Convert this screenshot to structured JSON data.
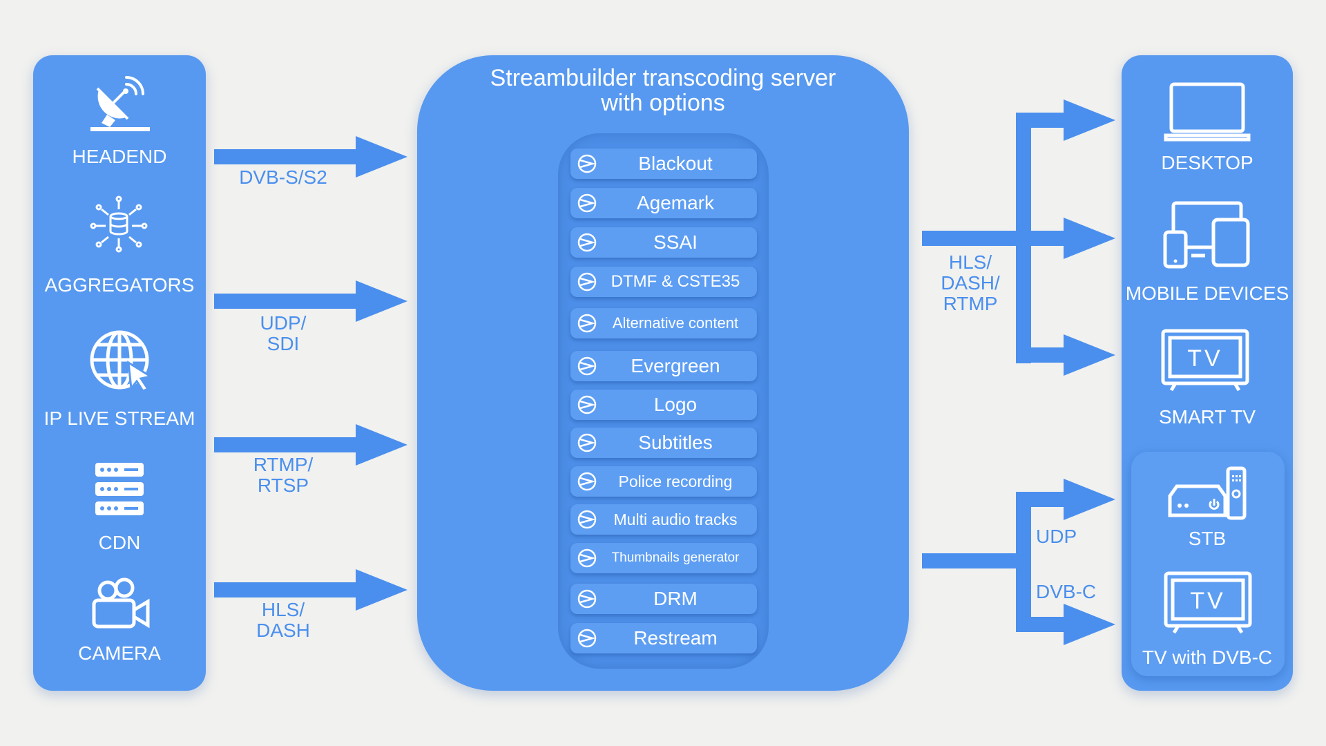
{
  "sources": [
    {
      "label": "HEADEND",
      "icon": "satellite-dish-icon"
    },
    {
      "label": "AGGREGATORS",
      "icon": "network-hub-icon"
    },
    {
      "label": "IP LIVE STREAM",
      "icon": "globe-cursor-icon"
    },
    {
      "label": "CDN",
      "icon": "server-stack-icon"
    },
    {
      "label": "CAMERA",
      "icon": "video-camera-icon"
    }
  ],
  "input_protocols": [
    {
      "line1": "DVB-S/S2",
      "line2": ""
    },
    {
      "line1": "UDP/",
      "line2": "SDI"
    },
    {
      "line1": "RTMP/",
      "line2": "RTSP"
    },
    {
      "line1": "HLS/",
      "line2": "DASH"
    }
  ],
  "server": {
    "title_line1": "Streambuilder transcoding server",
    "title_line2": "with options",
    "options": [
      "Blackout",
      "Agemark",
      "SSAI",
      "DTMF & CSTE35",
      "Alternative content",
      "Evergreen",
      "Logo",
      "Subtitles",
      "Police recording",
      "Multi audio tracks",
      "Thumbnails generator",
      "DRM",
      "Restream"
    ]
  },
  "output_protocols": {
    "ott": [
      "HLS/",
      "DASH/",
      "RTMP"
    ],
    "broadcast": [
      "UDP",
      "DVB-C"
    ]
  },
  "destinations": [
    {
      "label": "DESKTOP",
      "icon": "laptop-icon"
    },
    {
      "label": "MOBILE DEVICES",
      "icon": "devices-icon"
    },
    {
      "label": "SMART TV",
      "icon": "tv-icon",
      "icon_text": "TV"
    },
    {
      "label": "STB",
      "icon": "set-top-box-icon"
    },
    {
      "label": "TV with DVB-C",
      "icon": "tv-icon",
      "icon_text": "TV"
    }
  ],
  "colors": {
    "panel": "#5799f0",
    "arrow": "#4a8fee",
    "background": "#f1f1ef"
  }
}
